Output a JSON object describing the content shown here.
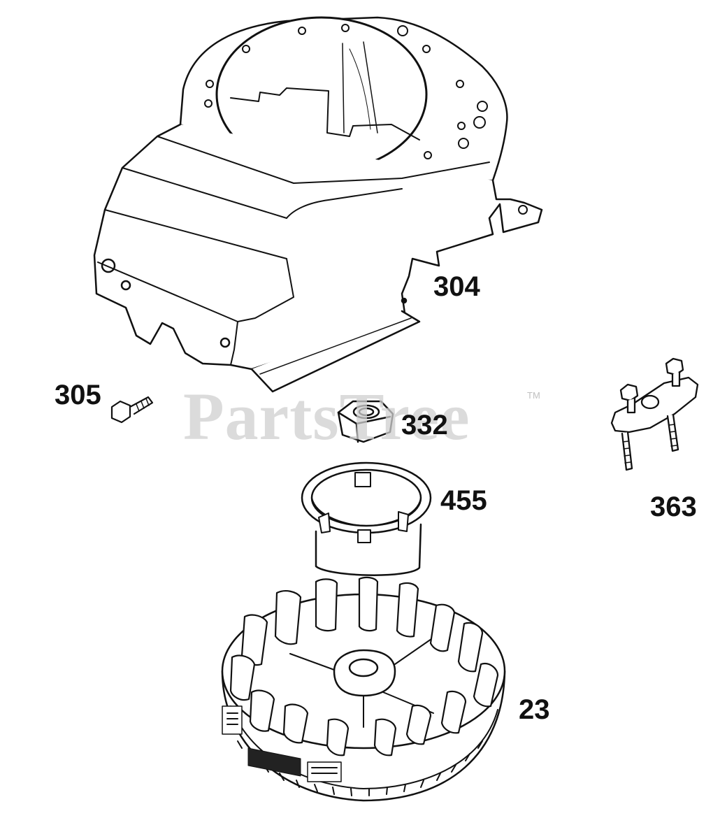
{
  "watermark": {
    "text": "PartsTree",
    "trademark": "TM"
  },
  "parts": [
    {
      "number": "304",
      "component": "blower-housing"
    },
    {
      "number": "305",
      "component": "screw"
    },
    {
      "number": "332",
      "component": "nut"
    },
    {
      "number": "455",
      "component": "starter-cup"
    },
    {
      "number": "363",
      "component": "bracket-with-studs"
    },
    {
      "number": "23",
      "component": "flywheel"
    }
  ],
  "colors": {
    "line": "#111111",
    "fill": "#ffffff",
    "watermark": "#d0d0d0"
  }
}
